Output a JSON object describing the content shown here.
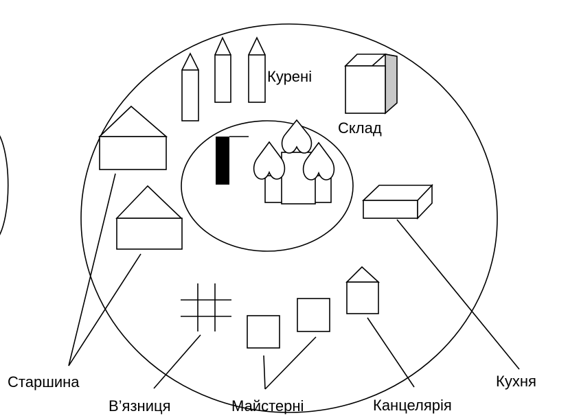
{
  "labels": {
    "kureni": "Курені",
    "sklad": "Склад",
    "starshyna": "Старшина",
    "vyaznytsia": "В’язниця",
    "maisterni": "Майстерні",
    "kantseliariia": "Канцелярія",
    "kukhnia": "Кухня"
  },
  "colors": {
    "stroke": "#000000",
    "background": "#ffffff",
    "box_side": "#c8c8c8",
    "flag_fill": "#000000"
  }
}
